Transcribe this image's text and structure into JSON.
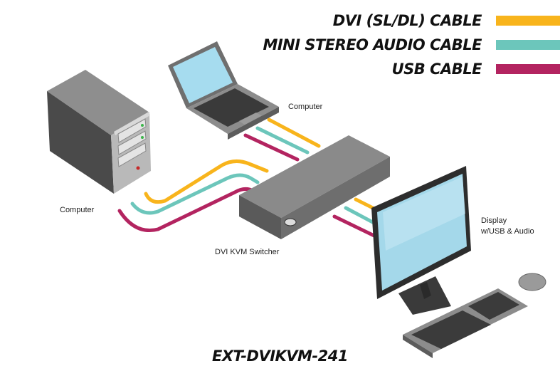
{
  "legend": {
    "items": [
      {
        "label": "DVI (SL/DL) CABLE",
        "color": "#f8b41c"
      },
      {
        "label": "MINI STEREO AUDIO CABLE",
        "color": "#6cc6bb"
      },
      {
        "label": "USB CABLE",
        "color": "#b32460"
      }
    ]
  },
  "labels": {
    "computer_top": "Computer",
    "computer_left": "Computer",
    "switcher": "DVI KVM Switcher",
    "display_line1": "Display",
    "display_line2": "w/USB & Audio"
  },
  "model": "EXT-DVIKVM-241"
}
